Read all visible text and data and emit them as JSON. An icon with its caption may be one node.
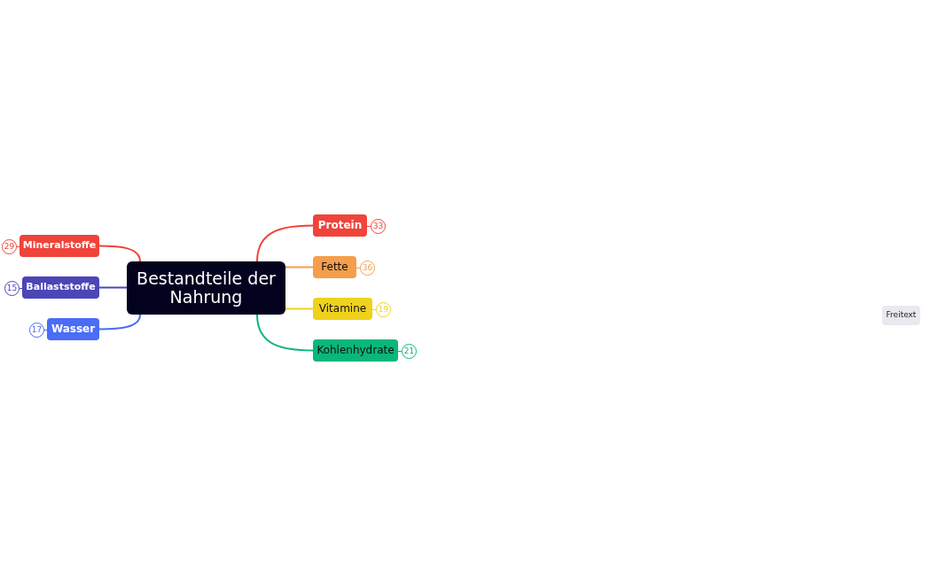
{
  "diagram": {
    "nodes": [
      {
        "text": [
          "Bestandteile der Nahrung"
        ]
      },
      {
        "text": [
          "Protein"
        ],
        "beside": [
          "33"
        ]
      },
      {
        "text": [
          "Fette"
        ],
        "beside": [
          "36"
        ]
      },
      {
        "text": [
          "Vitamine"
        ],
        "beside": [
          "19"
        ]
      },
      {
        "text": [
          "Kohlenhydrate"
        ],
        "beside": [
          "21"
        ]
      },
      {
        "text": [
          "Mineralstoffe"
        ],
        "beside": [
          "29"
        ]
      },
      {
        "text": [
          "Ballaststoffe"
        ],
        "beside": [
          "15"
        ]
      },
      {
        "text": [
          "Wasser"
        ],
        "beside": [
          "17"
        ]
      },
      {
        "text": [
          "Freitext"
        ]
      }
    ],
    "edges": [
      {
        "from": 0,
        "to": 1,
        "arrow": "none",
        "color": "#f0433a"
      },
      {
        "from": 0,
        "to": 2,
        "arrow": "none",
        "color": "#f59e4c"
      },
      {
        "from": 0,
        "to": 3,
        "arrow": "none",
        "color": "#eed21d"
      },
      {
        "from": 0,
        "to": 4,
        "arrow": "none",
        "color": "#0ab77a"
      },
      {
        "from": 0,
        "to": 5,
        "arrow": "none",
        "color": "#f0433a"
      },
      {
        "from": 0,
        "to": 6,
        "arrow": "none",
        "color": "#4b45b8"
      },
      {
        "from": 0,
        "to": 7,
        "arrow": "none",
        "color": "#4a6cf7"
      }
    ]
  }
}
